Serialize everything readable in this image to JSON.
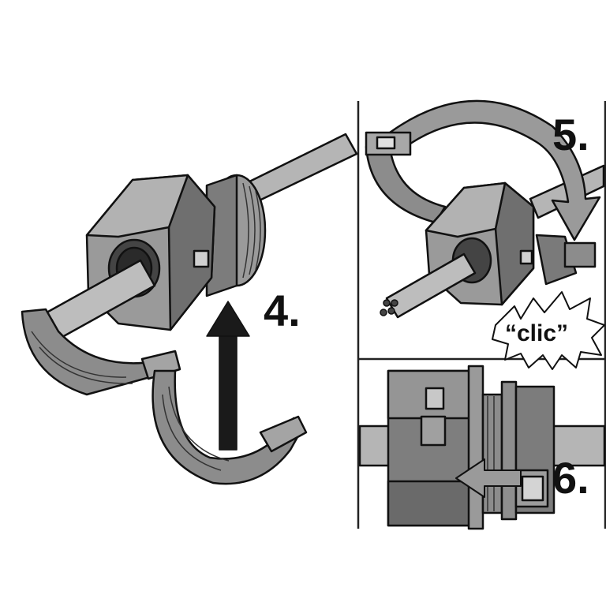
{
  "steps": [
    {
      "label": "4."
    },
    {
      "label": "5."
    },
    {
      "label": "6."
    }
  ],
  "sound_label": "“clic”",
  "colors": {
    "part_dark": "#6e6e6e",
    "part_mid": "#8c8c8c",
    "part_light": "#b4b4b4",
    "cable": "#a9a9a9",
    "outline": "#111111",
    "arrow": "#1a1a1a",
    "arrow_gray": "#9a9a9a",
    "divider": "#222222"
  }
}
